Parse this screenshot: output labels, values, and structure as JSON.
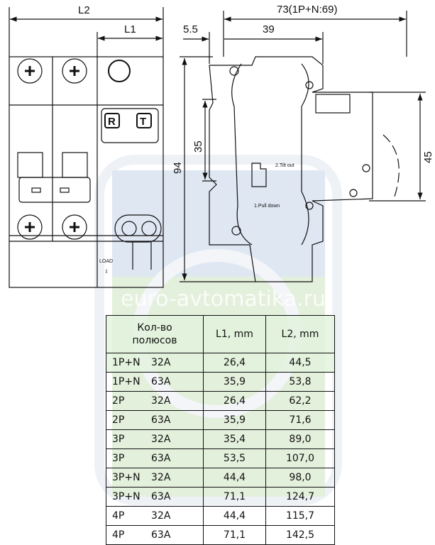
{
  "drawing": {
    "front_view": {
      "dim_l2": "L2",
      "dim_l1": "L1",
      "btn_reset": "R",
      "btn_test": "T",
      "load_label": "LOAD"
    },
    "side_view": {
      "dim_width": "73(1P+N:69)",
      "dim_offset": "5.5",
      "dim_depth": "39",
      "dim_height": "94",
      "dim_rail": "35",
      "dim_front": "45",
      "note_tilt": "2.Tilt out",
      "note_pull": "1.Pull down"
    },
    "watermark": "euro-avtomatika.ru",
    "colors": {
      "line": "#111111",
      "watermark_blue": "#dfe7f3",
      "watermark_green": "#e3f0dc"
    }
  },
  "table": {
    "headers": [
      "Кол-во\nполюсов",
      "L1, mm",
      "L2, mm"
    ],
    "header_line1": "Кол-во",
    "header_line2": "полюсов",
    "rows": [
      {
        "poles": "1P+N",
        "current": "32A",
        "l1": "26,4",
        "l2": "44,5"
      },
      {
        "poles": "1P+N",
        "current": "63A",
        "l1": "35,9",
        "l2": "53,8"
      },
      {
        "poles": "2P",
        "current": "32A",
        "l1": "26,4",
        "l2": "62,2"
      },
      {
        "poles": "2P",
        "current": "63A",
        "l1": "35,9",
        "l2": "71,6"
      },
      {
        "poles": "3P",
        "current": "32A",
        "l1": "35,4",
        "l2": "89,0"
      },
      {
        "poles": "3P",
        "current": "63A",
        "l1": "53,5",
        "l2": "107,0"
      },
      {
        "poles": "3P+N",
        "current": "32A",
        "l1": "44,4",
        "l2": "98,0"
      },
      {
        "poles": "3P+N",
        "current": "63A",
        "l1": "71,1",
        "l2": "124,7"
      },
      {
        "poles": "4P",
        "current": "32A",
        "l1": "44,4",
        "l2": "115,7"
      },
      {
        "poles": "4P",
        "current": "63A",
        "l1": "71,1",
        "l2": "142,5"
      }
    ]
  }
}
